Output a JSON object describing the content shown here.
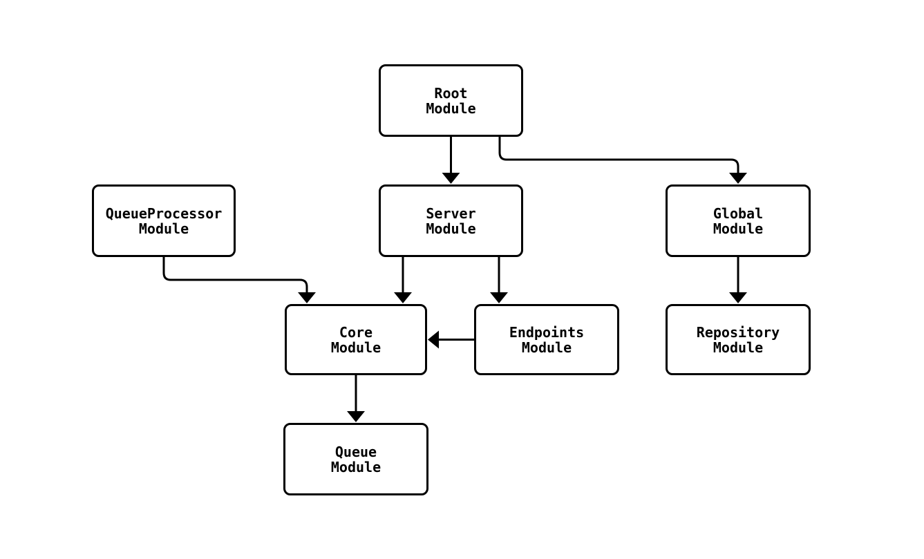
{
  "diagram": {
    "type": "flowchart-top-down",
    "background_color": "#ffffff",
    "node_fill_color": "#ffffff",
    "node_border_color": "#000000",
    "edge_color": "#000000",
    "text_color": "#000000",
    "nodes": {
      "root": {
        "lines": [
          "Root",
          "Module"
        ]
      },
      "queueprocessor": {
        "lines": [
          "QueueProcessor",
          "Module"
        ]
      },
      "server": {
        "lines": [
          "Server",
          "Module"
        ]
      },
      "global": {
        "lines": [
          "Global",
          "Module"
        ]
      },
      "core": {
        "lines": [
          "Core",
          "Module"
        ]
      },
      "endpoints": {
        "lines": [
          "Endpoints",
          "Module"
        ]
      },
      "repository": {
        "lines": [
          "Repository",
          "Module"
        ]
      },
      "queue": {
        "lines": [
          "Queue",
          "Module"
        ]
      }
    },
    "edges": [
      {
        "from": "Root Module",
        "to": "Server Module"
      },
      {
        "from": "Root Module",
        "to": "Global Module"
      },
      {
        "from": "QueueProcessor Module",
        "to": "Core Module"
      },
      {
        "from": "Server Module",
        "to": "Core Module"
      },
      {
        "from": "Server Module",
        "to": "Endpoints Module"
      },
      {
        "from": "Endpoints Module",
        "to": "Core Module"
      },
      {
        "from": "Global Module",
        "to": "Repository Module"
      },
      {
        "from": "Core Module",
        "to": "Queue Module"
      }
    ]
  }
}
